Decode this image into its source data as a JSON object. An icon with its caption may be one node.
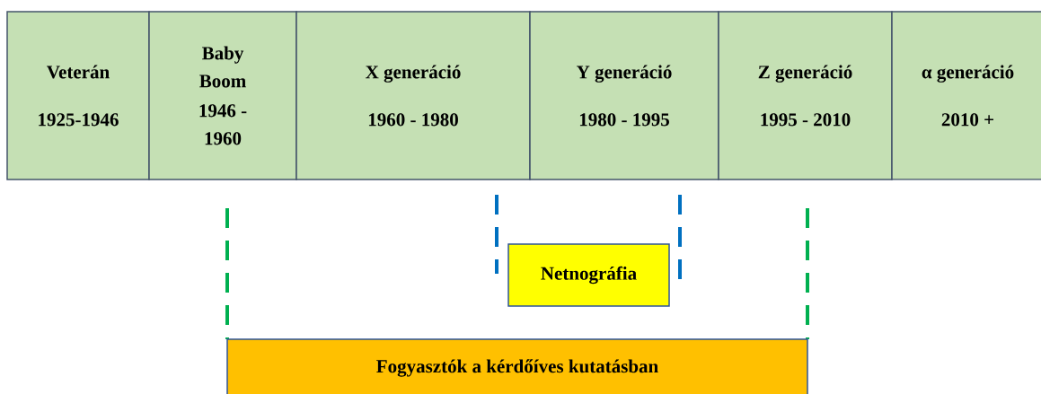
{
  "diagram": {
    "nodes": [
      {
        "text": [
          "Veterán",
          "1925-1946"
        ]
      },
      {
        "text": [
          "Baby Boom",
          "1946 - 1960"
        ]
      },
      {
        "text": [
          "X generáció",
          "1960 - 1980"
        ]
      },
      {
        "text": [
          "Y generáció",
          "1980 - 1995"
        ]
      },
      {
        "text": [
          "Z generáció",
          "1995 - 2010"
        ]
      },
      {
        "text": [
          "α generáció",
          "2010 +"
        ]
      },
      {
        "text": [
          "Netnográfia"
        ]
      },
      {
        "text": [
          "Fogyasztók a kérdőíves kutatásban"
        ]
      }
    ]
  }
}
